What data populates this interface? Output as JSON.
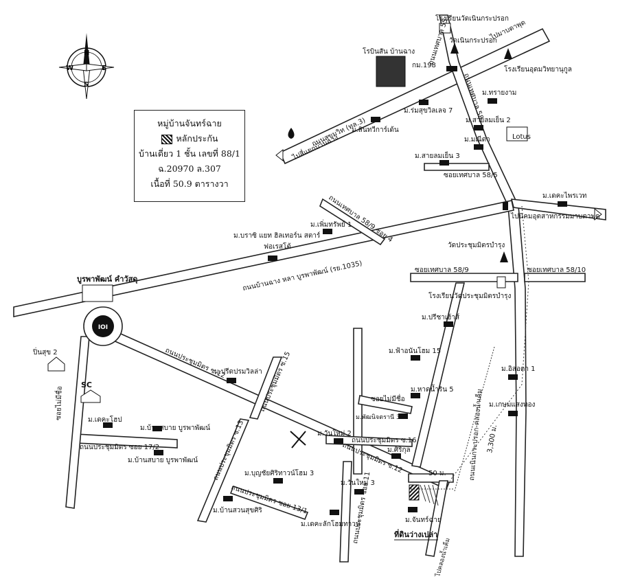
{
  "info_box": {
    "title": "หมู่บ้านจันทร์ฉาย",
    "legend": "หลักประกัน",
    "line1": "บ้านเดี่ยว 1 ชั้น เลขที่ 88/1",
    "line2": "ฉ.20970 ล.307",
    "line3": "เนื้อที่ 50.9 ตารางวา"
  },
  "compass": {
    "n": "N",
    "s": "S",
    "e": "E",
    "w": "W"
  },
  "roads": {
    "sukhumvit": "ถนนสุขุมวิท (ทล.3)",
    "to_bangchang": "ไปสี่แยกบ้านฉาง",
    "to_mabtaphut": "ไปมาบตาพุด",
    "thetsaban_55": "ถนนเทศบาล 55",
    "thetsaban_58": "ถนนเทศบาล 58",
    "soi_58_5": "ซอยเทศบาล 58/5",
    "thetsaban_58_9_soi4": "ถนนเทศบาล 58/9 ซอย 4",
    "to_industrial": "ไปนิคมอุตสาหกรรมมาบตาพุด",
    "bangchang_burapha": "ถนนบ้านฉาง หลา บูรพาพัฒน์ (รย.1035)",
    "soi_58_9": "ซอยเทศบาล 58/9",
    "soi_58_10": "ซอยเทศบาล 58/10",
    "pracha_12_a": "ถนนประชุมมิตร ซ.12",
    "pracha_12_b": "ถนนประชุมมิตร ซ.12",
    "pracha_15": "ถนนประชุมมิตร ซ.15",
    "pracha_13": "ถนนประชุมมิตร ซ.13",
    "pracha_16": "ถนนประชุมมิตร ซ.16",
    "pracha_17_2": "ถนนประชุมมิตร ซอย 17/2",
    "pracha_13_1": "ถนนประชุมมิตร ซอย 13/1",
    "pracha_11": "ถนนประชุมมิตร ซอย 11",
    "soi_maibucha": "ซอยไม่มีชื่อ",
    "soi_maibucha_2": "ซอยไม่มีชื่อ",
    "noen_krapok_canal": "ถนนเนินกระปรอก-คลองน้ำเค็ม",
    "to_canal": "ไปคลองน้ำเค็ม"
  },
  "places": {
    "school_wat_noen": "โรงเรียนวัดเนินกระปรอก",
    "wat_noen": "วัดเนินกระปรอก",
    "school_udom": "โรงเรียนอุดมวิทยานุกูล",
    "robinson": "โรบินสัน บ้านฉาง",
    "km198": "กม.198",
    "m_saithong": "ม.ทรายงาม",
    "m_romsuk7": "ม.ร่มสุขวิลเลจ 7",
    "m_saiyom2": "ม.สายลมเย็น 2",
    "m_sinthawee": "ม.สินทวีการ์เด้น",
    "m_nida": "ม.มณีดา",
    "lotus": "Lotus",
    "m_saiyom3": "ม.สายลมเย็น 3",
    "m_dekhotawet": "ม.เดคะไพรเวท",
    "m_phermsap1": "ม.เพิ่มทรัพย์ 1",
    "m_brazil": "ม.บราซิ แยท ฮิลเทอร์น สตาร์",
    "forest": "ฟอเรสโต้",
    "wat_pracha": "วัดประชุมมิตรบำรุง",
    "school_pracha": "โรงเรียนวัดประชุมมิตรบำรุง",
    "burapha": "บูรพาพัฒน์ คำวัสดุ",
    "m_preecha": "ม.ปรีชาเฮ้าส์",
    "m_fahome15": "ม.ฟ้าอนันโฮม 15",
    "m_hatnam5": "ม.หาดน้ำริน 5",
    "m_issara1": "ม.อิสอดา 1",
    "m_kasem": "ม.เกษมแสงทอง",
    "pinsuk2": "ปิ่นสุข 2",
    "sc": "SC",
    "m_pridprom": "ม.ปรีดปรมวิลล่า",
    "m_dekhoi": "ม.เดคะโฮป",
    "m_sabai_a": "ม.บ้านสบาย บูรพาพัฒน์",
    "m_sabai_b": "ม.บ้านสบาย บูรพาพัฒน์",
    "m_tanmai2": "ม.วันใหม่ 2",
    "m_siriphat3": "ม.พัฒนิจตรานี 3",
    "m_sirikul": "ม.ศิริกุล",
    "m_boonchai": "ม.บุญชัยศิริทาวน์โฮม 3",
    "m_baansuan": "ม.บ้านสวนสุขศิริ",
    "m_tanmai3": "ม.วันใหม่ 3",
    "m_dekhosak": "ม.เดคะลักโฮมทาวน์",
    "m_chanchai": "ม.จันทร์ฉาย",
    "vacant": "ที่ดินว่างเปล่า"
  },
  "distances": {
    "d50": "50 ม.",
    "d3300": "3,300 ม."
  }
}
